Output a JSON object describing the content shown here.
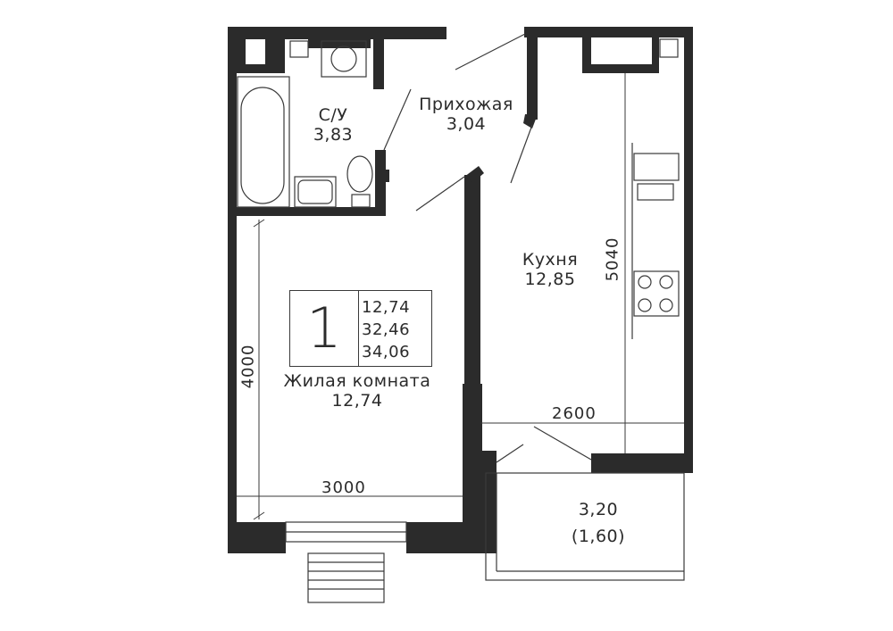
{
  "rooms": {
    "bathroom": {
      "name": "С/У",
      "area": "3,83"
    },
    "hallway": {
      "name": "Прихожая",
      "area": "3,04"
    },
    "kitchen": {
      "name": "Кухня",
      "area": "12,85"
    },
    "living": {
      "name": "Жилая комната",
      "area": "12,74"
    },
    "balcony": {
      "area": "3,20",
      "area_reduced": "(1,60)"
    }
  },
  "summary": {
    "rooms_count": "1",
    "living_area": "12,74",
    "total_area": "32,46",
    "total_with_balcony": "34,06"
  },
  "dimensions": {
    "living_width": "3000",
    "living_length": "4000",
    "kitchen_width": "2600",
    "kitchen_length": "5040"
  },
  "colors": {
    "wall": "#2b2b2b",
    "line": "#3a3a3a",
    "background": "#ffffff"
  }
}
